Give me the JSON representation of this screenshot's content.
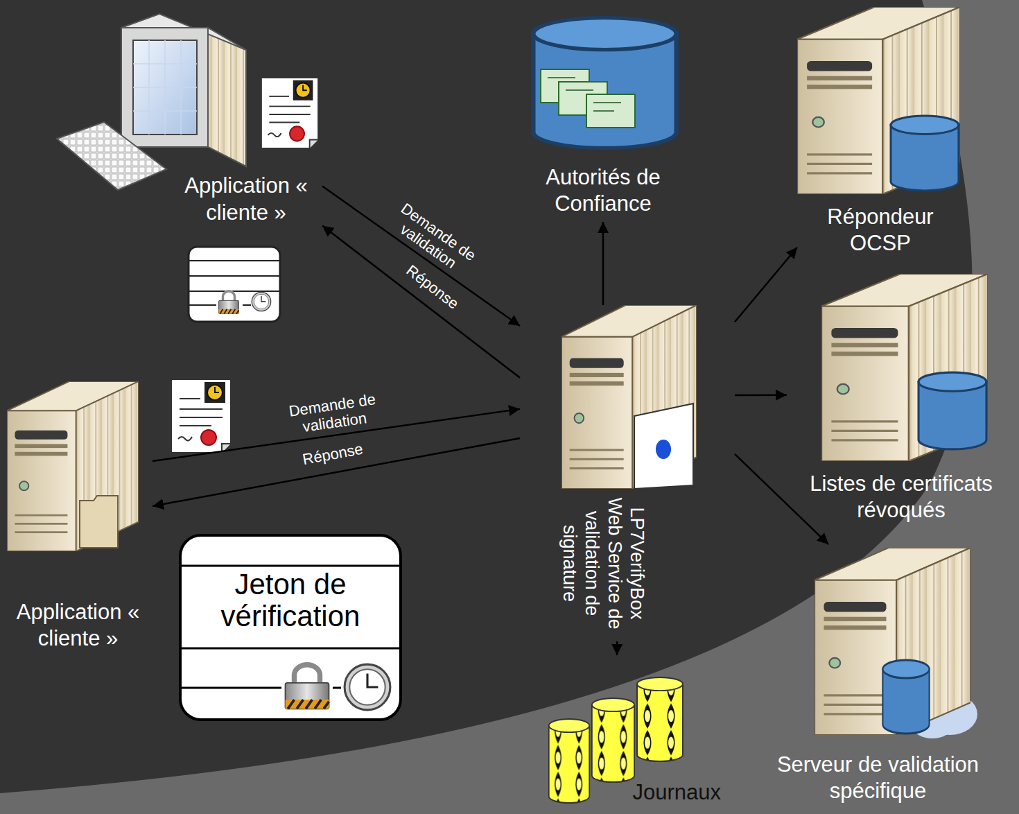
{
  "diagram": {
    "nodes": [
      {
        "text": [
          "Application « cliente »"
        ]
      },
      {
        "text": [
          "Autorités de Confiance"
        ]
      },
      {
        "text": [
          "Répondeur OCSP"
        ]
      },
      {
        "text": [
          "LP7VerifyBox Web Service de validation de signature"
        ]
      },
      {
        "text": [
          "Listes de certificats révoqués"
        ]
      },
      {
        "text": [
          "Application « cliente »"
        ]
      },
      {
        "text": [
          "Jeton de vérification"
        ]
      },
      {
        "text": [
          "Serveur de validation spécifique"
        ]
      },
      {
        "text": [
          "Journaux"
        ]
      }
    ],
    "edges": [
      {
        "from": 0,
        "to": 3,
        "label": "Demande de validation",
        "arrow": "to"
      },
      {
        "from": 3,
        "to": 0,
        "label": "Réponse",
        "arrow": "to"
      },
      {
        "from": 5,
        "to": 3,
        "label": "Demande de validation",
        "arrow": "to"
      },
      {
        "from": 3,
        "to": 5,
        "label": "Réponse",
        "arrow": "to"
      },
      {
        "from": 3,
        "to": 1,
        "arrow": "to"
      },
      {
        "from": 3,
        "to": 2,
        "arrow": "to"
      },
      {
        "from": 3,
        "to": 4,
        "arrow": "to"
      },
      {
        "from": 3,
        "to": 7,
        "arrow": "to"
      },
      {
        "from": 3,
        "to": 8,
        "arrow": "to"
      }
    ]
  }
}
